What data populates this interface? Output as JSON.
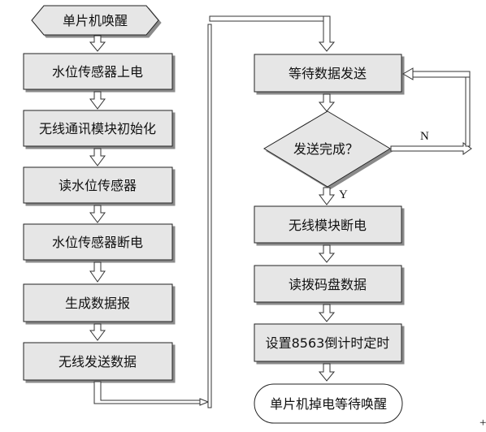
{
  "left_column": {
    "start": "单片机唤醒",
    "steps": [
      "水位传感器上电",
      "无线通讯模块初始化",
      "读水位传感器",
      "水位传感器断电",
      "生成数据报",
      "无线发送数据"
    ]
  },
  "right_column": {
    "wait": "等待数据发送",
    "decision": "发送完成？",
    "no_label": "N",
    "yes_label": "Y",
    "steps": [
      "无线模块断电",
      "读拨码盘数据",
      "设置8563倒计时定时"
    ],
    "end": "单片机掉电等待唤醒"
  },
  "corner_mark": "+"
}
